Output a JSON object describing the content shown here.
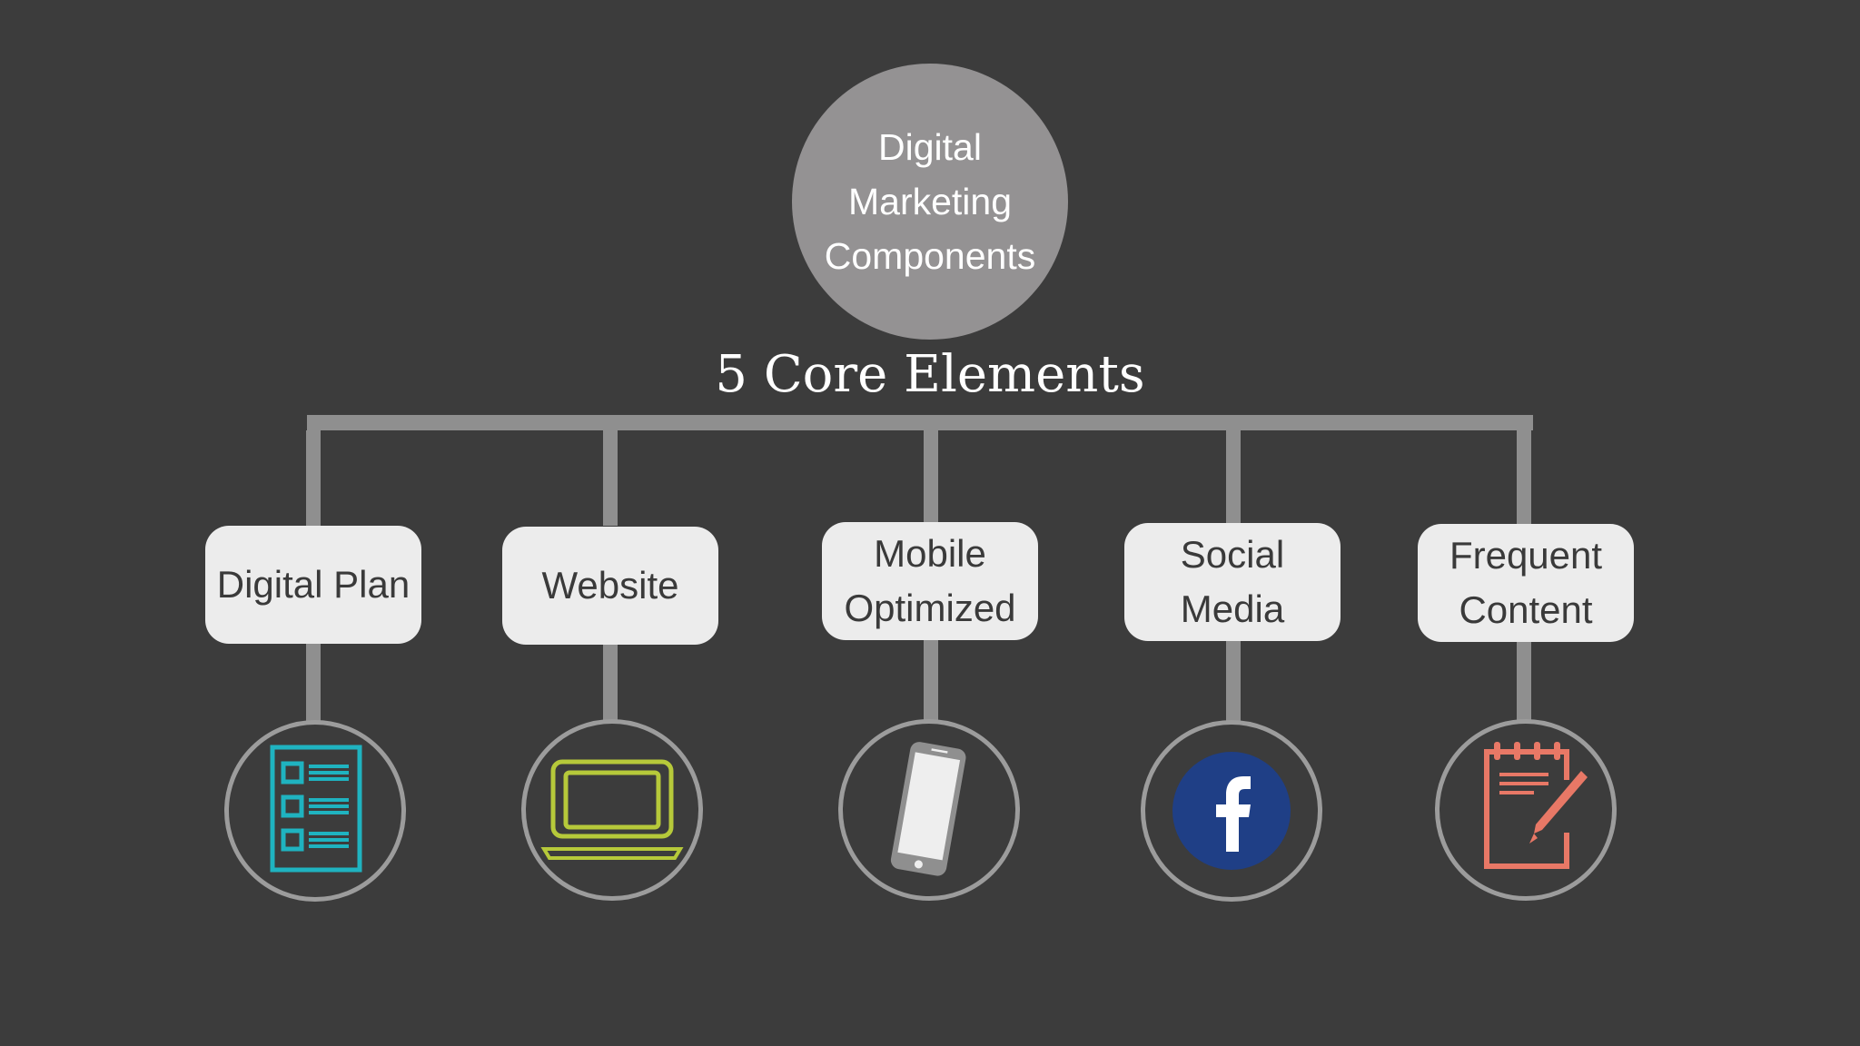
{
  "title": {
    "lines": [
      "Digital",
      "Marketing",
      "Components"
    ]
  },
  "subtitle": "5 Core Elements",
  "elements": [
    {
      "lines": [
        "Digital Plan"
      ],
      "icon": "checklist-icon",
      "color": "#1fb3c0"
    },
    {
      "lines": [
        "Website"
      ],
      "icon": "laptop-icon",
      "color": "#b6c93a"
    },
    {
      "lines": [
        "Mobile",
        "Optimized"
      ],
      "icon": "smartphone-icon",
      "color": "#eeeeee"
    },
    {
      "lines": [
        "Social",
        "Media"
      ],
      "icon": "facebook-icon",
      "color": "#1f3f86"
    },
    {
      "lines": [
        "Frequent",
        "Content"
      ],
      "icon": "notepad-pencil-icon",
      "color": "#e87866"
    }
  ],
  "colors": {
    "background": "#3c3c3c",
    "connector": "#8f8f8f",
    "root_circle": "#949293",
    "box": "#ececec",
    "ring": "#9c9c9c"
  }
}
